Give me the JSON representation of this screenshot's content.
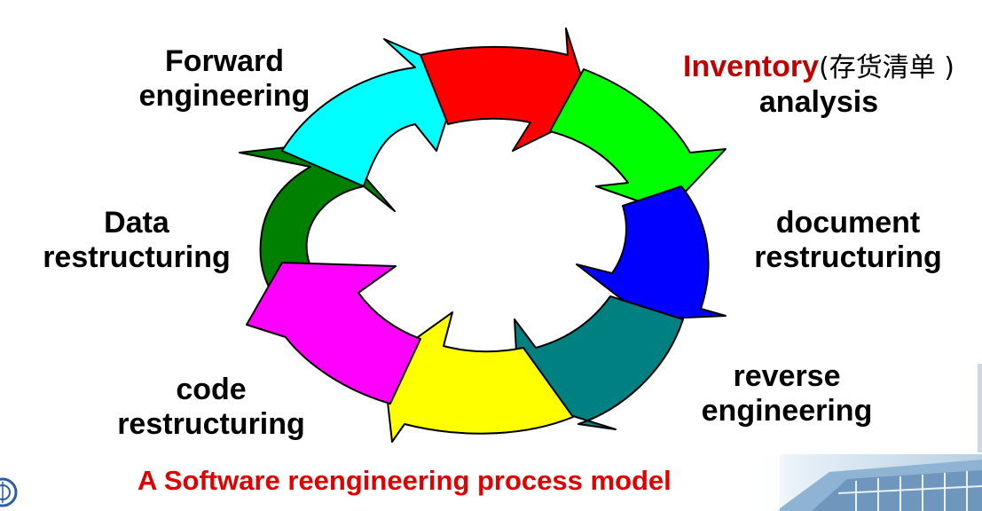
{
  "stages": {
    "forward": [
      "Forward",
      "engineering"
    ],
    "inventory": {
      "english": "Inventory",
      "chinese": "(存货清单 )",
      "line2": "analysis"
    },
    "document": [
      "document",
      "restructuring"
    ],
    "reverse": [
      "reverse",
      "engineering"
    ],
    "code": [
      "code",
      "restructuring"
    ],
    "data": [
      "Data",
      "restructuring"
    ]
  },
  "caption": "A Software reengineering process model",
  "colors": {
    "forward_arrow": "#00ffff",
    "inventory_arrow": "#ff0000",
    "inventory_next_arrow": "#00ff00",
    "document_arrow": "#0000ff",
    "reverse_arrow": "#008080",
    "code_arrow": "#ffff00",
    "code_next_arrow": "#ff00ff",
    "data_arrow": "#008000",
    "inventory_label": "#c00000",
    "caption": "#e00000"
  },
  "icons": {
    "left_emblem": "university-emblem-icon",
    "bottom_right_photo": "building-photo"
  }
}
